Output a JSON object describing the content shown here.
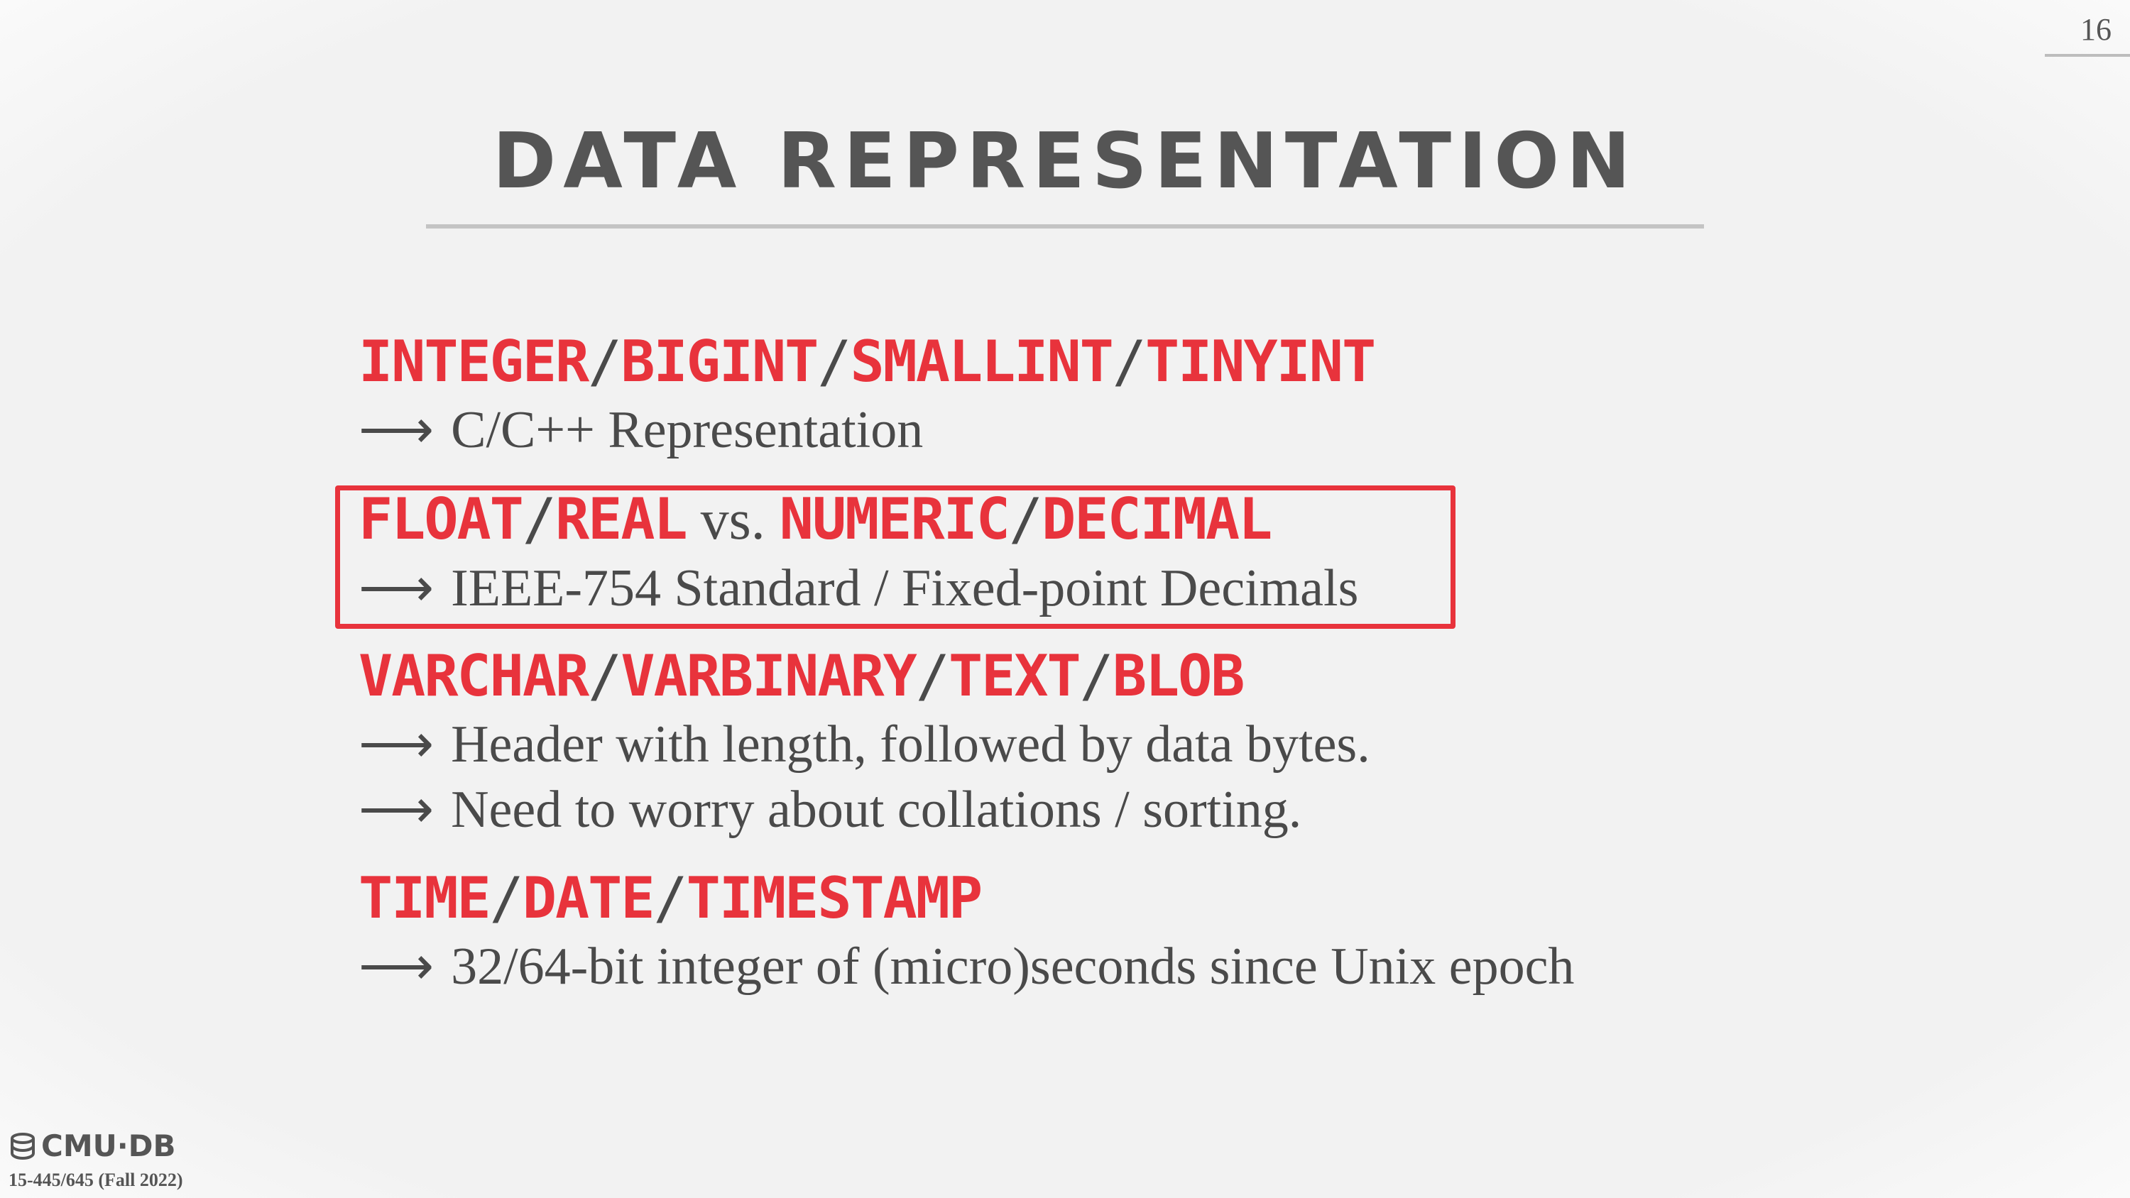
{
  "slide": {
    "page_number": "16",
    "title": "DATA REPRESENTATION",
    "items": [
      {
        "heading_parts": [
          "INTEGER",
          "/",
          "BIGINT",
          "/",
          "SMALLINT",
          "/",
          "TINYINT"
        ],
        "bullets": [
          "C/C++ Representation"
        ]
      },
      {
        "heading_parts": [
          "FLOAT",
          "/",
          "REAL",
          " vs. ",
          "NUMERIC",
          "/",
          "DECIMAL"
        ],
        "bullets": [
          "IEEE-754 Standard / Fixed-point Decimals"
        ],
        "highlighted": true
      },
      {
        "heading_parts": [
          "VARCHAR",
          "/",
          "VARBINARY",
          "/",
          "TEXT",
          "/",
          "BLOB"
        ],
        "bullets": [
          "Header with length, followed by data bytes.",
          "Need to worry about collations / sorting."
        ]
      },
      {
        "heading_parts": [
          "TIME",
          "/",
          "DATE",
          "/",
          "TIMESTAMP"
        ],
        "bullets": [
          "32/64-bit integer of (micro)seconds since Unix epoch"
        ]
      }
    ],
    "arrow_glyph": "⟶",
    "footer": {
      "logo_text": "CMU·DB",
      "course": "15-445/645 (Fall 2022)"
    },
    "colors": {
      "accent": "#e8333c",
      "text": "#4a4a4a",
      "background": "#f2f2f2"
    }
  }
}
